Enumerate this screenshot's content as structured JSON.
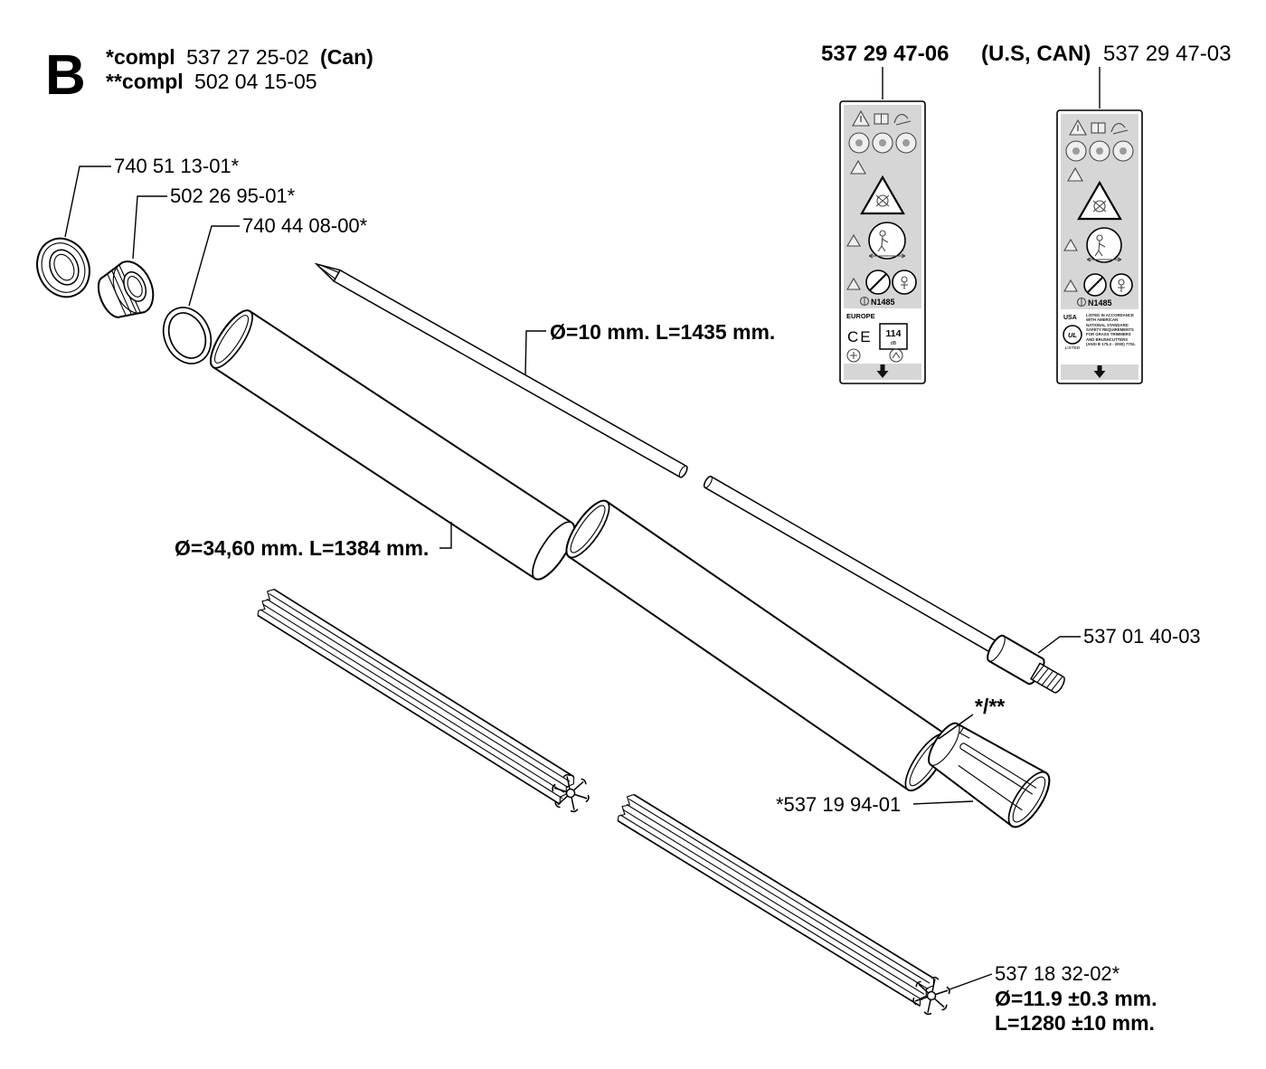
{
  "header": {
    "section_letter": "B",
    "compl_lines": [
      {
        "bold_prefix": "*compl",
        "number": "537 27 25-02",
        "bold_suffix": "(Can)"
      },
      {
        "bold_prefix": "**compl",
        "number": "502 04 15-05",
        "bold_suffix": ""
      }
    ]
  },
  "callouts": {
    "bearing": "740 51 13-01*",
    "collar": "502 26 95-01*",
    "o_ring": "740 44 08-00*",
    "shaft_dims": "Ø=10 mm. L=1435 mm.",
    "tube_dims": "Ø=34,60 mm. L=1384 mm.",
    "end_fitting": "537 01 40-03",
    "tube_ref": "*/**",
    "coupler": "*537 19 94-01",
    "liner": "537 18 32-02*",
    "liner_diameter": "Ø=11.9 ±0.3 mm.",
    "liner_length": "L=1280 ±10 mm."
  },
  "decals": {
    "left": {
      "header": "537 29 47-06",
      "region": "EUROPE",
      "ce_mark": "CE",
      "noise_value": "114",
      "noise_unit": "dB",
      "cert": "N1485"
    },
    "right": {
      "header_prefix": "(U.S, CAN)",
      "header_number": "537 29 47-03",
      "region": "USA",
      "ul_mark": "UL",
      "listed": "LISTED",
      "cert": "N1485",
      "ansi_text": "LISTED IN ACCORDANCE WITH AMERICAN NATIONAL STANDARD SAFETY REQUIREMENTS FOR GRASS TRIMMERS AND BRUSHCUTTERS (ANSI B 175.3 - 2000) 77GL"
    }
  },
  "icons": {
    "decal_pictograms": [
      "read-manual",
      "protective-equipment",
      "warning-triangle",
      "thrown-objects",
      "bystander-distance-15m",
      "no-metal-blade",
      "down-arrow"
    ]
  }
}
